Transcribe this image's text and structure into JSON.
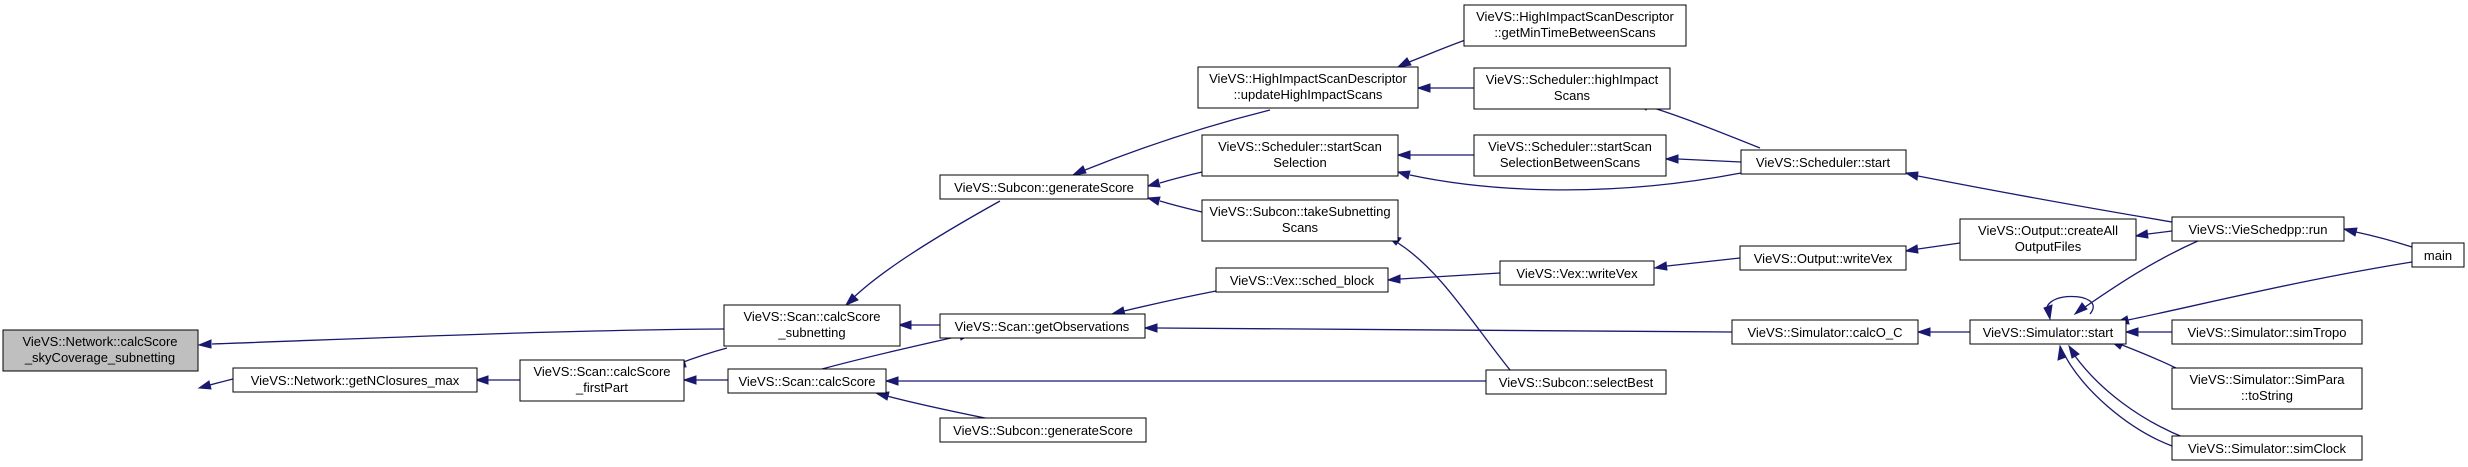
{
  "nodes": {
    "n_calcScoreSky": [
      "VieVS::Network::calcScore",
      "_skyCoverage_subnetting"
    ],
    "n_getNClosuresMax": [
      "VieVS::Network::getNClosures_max"
    ],
    "n_scanCalcScoreSub": [
      "VieVS::Scan::calcScore",
      "_subnetting"
    ],
    "n_scanCalcScoreFirst": [
      "VieVS::Scan::calcScore",
      "_firstPart"
    ],
    "n_subconGenScore1": [
      "VieVS::Subcon::generateScore"
    ],
    "n_scanGetObs": [
      "VieVS::Scan::getObservations"
    ],
    "n_scanCalcScore": [
      "VieVS::Scan::calcScore"
    ],
    "n_subconGenScore2": [
      "VieVS::Subcon::generateScore"
    ],
    "n_hisdUpdate": [
      "VieVS::HighImpactScanDescriptor",
      "::updateHighImpactScans"
    ],
    "n_schedStartScanSel": [
      "VieVS::Scheduler::startScan",
      "Selection"
    ],
    "n_subconTakeSub": [
      "VieVS::Subcon::takeSubnetting",
      "Scans"
    ],
    "n_vexSchedBlock": [
      "VieVS::Vex::sched_block"
    ],
    "n_hisdGetMin": [
      "VieVS::HighImpactScanDescriptor",
      "::getMinTimeBetweenScans"
    ],
    "n_schedHighImpact": [
      "VieVS::Scheduler::highImpact",
      "Scans"
    ],
    "n_schedStartScanSelBetween": [
      "VieVS::Scheduler::startScan",
      "SelectionBetweenScans"
    ],
    "n_vexWriteVex": [
      "VieVS::Vex::writeVex"
    ],
    "n_subconSelectBest": [
      "VieVS::Subcon::selectBest"
    ],
    "n_schedStart": [
      "VieVS::Scheduler::start"
    ],
    "n_outputWriteVex": [
      "VieVS::Output::writeVex"
    ],
    "n_simCalcOC": [
      "VieVS::Simulator::calcO_C"
    ],
    "n_outputCreateAll": [
      "VieVS::Output::createAll",
      "OutputFiles"
    ],
    "n_simStart": [
      "VieVS::Simulator::start"
    ],
    "n_vieSchedRun": [
      "VieVS::VieSchedpp::run"
    ],
    "n_simTropo": [
      "VieVS::Simulator::simTropo"
    ],
    "n_simPara": [
      "VieVS::Simulator::SimPara",
      "::toString"
    ],
    "n_simClock": [
      "VieVS::Simulator::simClock"
    ],
    "n_main": [
      "main"
    ]
  }
}
